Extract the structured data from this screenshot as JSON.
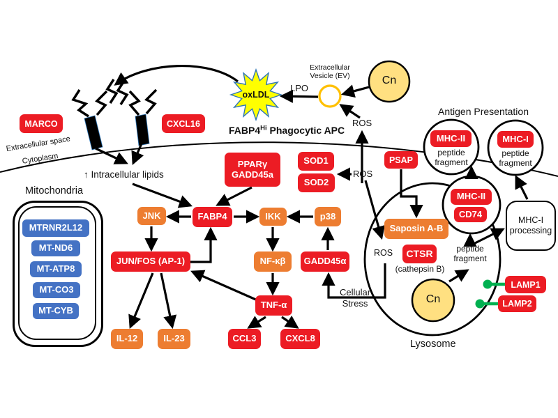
{
  "colors": {
    "red": "#EC1C24",
    "orange": "#ED7D31",
    "blue": "#4472C4",
    "yellow": "#FFE081",
    "green": "#00B050",
    "ev_ring": "#FFC000",
    "star_fill": "#FFFF00"
  },
  "extracellular": {
    "marco": "MARCO",
    "cxcl16": "CXCL16",
    "oxldl": "oxLDL",
    "lpo": "LPO",
    "ev_line1": "Extracellular",
    "ev_line2": "Vesicle (EV)",
    "cn": "Cn",
    "ros": "ROS",
    "space_label": "Extracellular space",
    "cytoplasm_label": "Cytoplasm"
  },
  "cell": {
    "title_pre": "FABP4",
    "title_sup": "Hi",
    "title_post": " Phagocytic APC",
    "intracellular_lipids": "↑ Intracellular lipids",
    "ros_cyto": "ROS",
    "nodes": {
      "pparg_line1": "PPARγ",
      "pparg_line2": "GADD45a",
      "sod1": "SOD1",
      "sod2": "SOD2",
      "jnk": "JNK",
      "fabp4": "FABP4",
      "ikk": "IKK",
      "p38": "p38",
      "junfos": "JUN/FOS (AP-1)",
      "nfkb": "NF-κβ",
      "gadd45a_alpha": "GADD45α",
      "tnfa": "TNF-α",
      "il12": "IL-12",
      "il23": "IL-23",
      "ccl3": "CCL3",
      "cxcl8": "CXCL8"
    },
    "cellular_stress_line1": "Cellular",
    "cellular_stress_line2": "Stress"
  },
  "mitochondria": {
    "label": "Mitochondria",
    "genes": [
      "MTRNR2L12",
      "MT-ND6",
      "MT-ATP8",
      "MT-CO3",
      "MT-CYB"
    ]
  },
  "lysosome": {
    "label": "Lysosome",
    "psap": "PSAP",
    "saposin": "Saposin A-B",
    "ctsr": "CTSR",
    "cathepsin": "(cathepsin B)",
    "ros": "ROS",
    "peptide_line1": "peptide",
    "peptide_line2": "fragment",
    "cn": "Cn",
    "lamp1": "LAMP1",
    "lamp2": "LAMP2",
    "mhc2": "MHC-II",
    "cd74": "CD74"
  },
  "antigen": {
    "label": "Antigen Presentation",
    "mhc2": "MHC-II",
    "mhc1": "MHC-I",
    "peptide_line1": "peptide",
    "peptide_line2": "fragment",
    "processing_line1": "MHC-I",
    "processing_line2": "processing"
  }
}
